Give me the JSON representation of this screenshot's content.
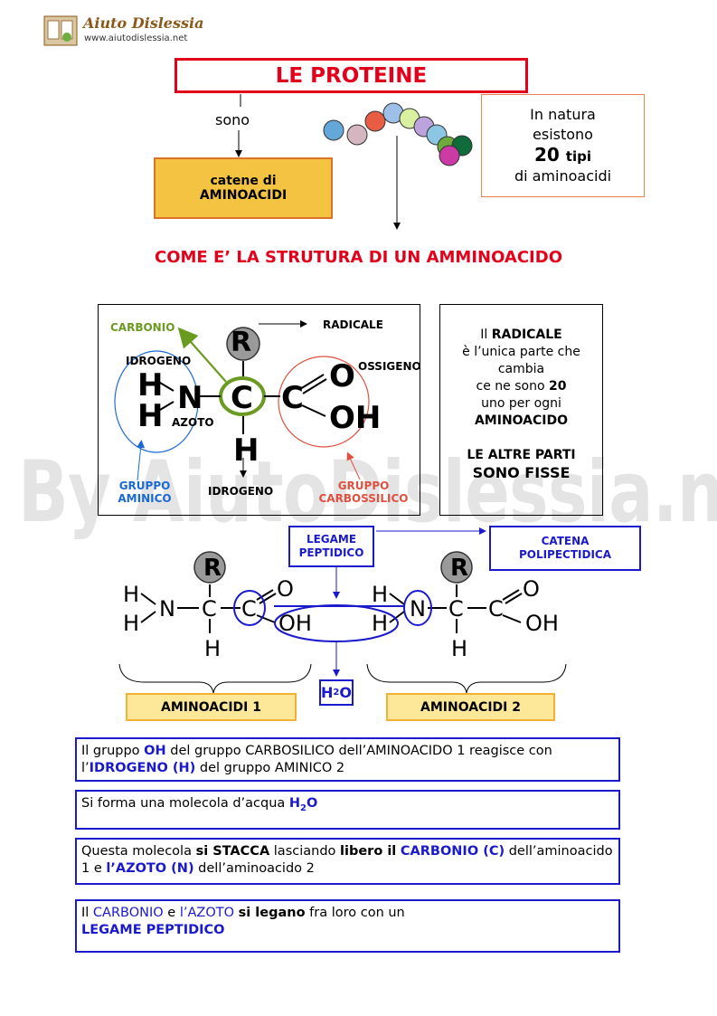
{
  "logo": {
    "name": "Aiuto Dislessia",
    "url": "www.aiutodislessia.net"
  },
  "title": "LE PROTEINE",
  "sono": "sono",
  "catene": {
    "line1": "catene di",
    "line2": "AMINOACIDI"
  },
  "natura": {
    "line1": "In natura",
    "line2": "esistono",
    "number": "20",
    "tipi": "tipi",
    "line4": "di aminoacidi"
  },
  "heading": "COME E’ LA STRUTURA DI UN AMMINOACIDO",
  "structure": {
    "carbonio": "CARBONIO",
    "radicale": "RADICALE",
    "idrogeno_top": "IDROGENO",
    "ossigeno": "OSSIGENO",
    "azoto": "AZOTO",
    "gruppo_aminico_1": "GRUPPO",
    "gruppo_aminico_2": "AMINICO",
    "idrogeno_bottom": "IDROGENO",
    "gruppo_carb_1": "GRUPPO",
    "gruppo_carb_2": "CARBOSSILICO",
    "atoms": {
      "R": "R",
      "H": "H",
      "N": "N",
      "C": "C",
      "O": "O",
      "OH": "OH"
    }
  },
  "info": {
    "l1a": "Il ",
    "l1b": "RADICALE",
    "l2": "è l’unica parte che",
    "l3": "cambia",
    "l4a": "ce ne sono ",
    "l4b": "20",
    "l5": "uno per ogni",
    "l6": "AMINOACIDO",
    "l7": "LE ALTRE PARTI",
    "l8": "SONO FISSE"
  },
  "watermark": "By AiutoDislessia.net",
  "legame": {
    "line1": "LEGAME",
    "line2": "PEPTIDICO"
  },
  "catena": {
    "line1": "CATENA",
    "line2": "POLIPECTIDICA"
  },
  "h2o": {
    "h": "H",
    "sub": "2",
    "o": "O"
  },
  "aminoacidi1": "AMINOACIDI 1",
  "aminoacidi2": "AMINOACIDI 2",
  "notes": {
    "n1": {
      "a": "Il gruppo ",
      "b": "OH",
      "c": " del gruppo CARBOSILICO dell’AMINOACIDO 1 reagisce con l’",
      "d": "IDROGENO (H)",
      "e": " del gruppo AMINICO 2"
    },
    "n2": {
      "a": "Si forma una molecola d’acqua ",
      "b": "H",
      "sub": "2",
      "c": "O"
    },
    "n3": {
      "a": "Questa molecola ",
      "b": "si STACCA",
      "c": " lasciando ",
      "d": "libero il",
      "e": " ",
      "f": "CARBONIO (C)",
      "g": " dell’aminoacido 1 e ",
      "h": "l’AZOTO (N)",
      "i": " dell’aminoacido 2"
    },
    "n4": {
      "a": "Il ",
      "b": "CARBONIO",
      "c": " e ",
      "d": "l’AZOTO",
      "e": " ",
      "f": "si legano",
      "g": " fra loro con un",
      "h": "LEGAME PEPTIDICO"
    }
  },
  "colors": {
    "red": "#e3001b",
    "blue": "#1a1acc",
    "green": "#6a9a1f",
    "orange_fill": "#f5c342",
    "yellow_fill": "#fde89a",
    "beads": [
      "#64a8d9",
      "#d4b5c0",
      "#e85c43",
      "#9ec0e8",
      "#d8f0a0",
      "#bca3dd",
      "#8bc7e3",
      "#6dab3c",
      "#0f6b3a",
      "#cc3aa6"
    ]
  }
}
